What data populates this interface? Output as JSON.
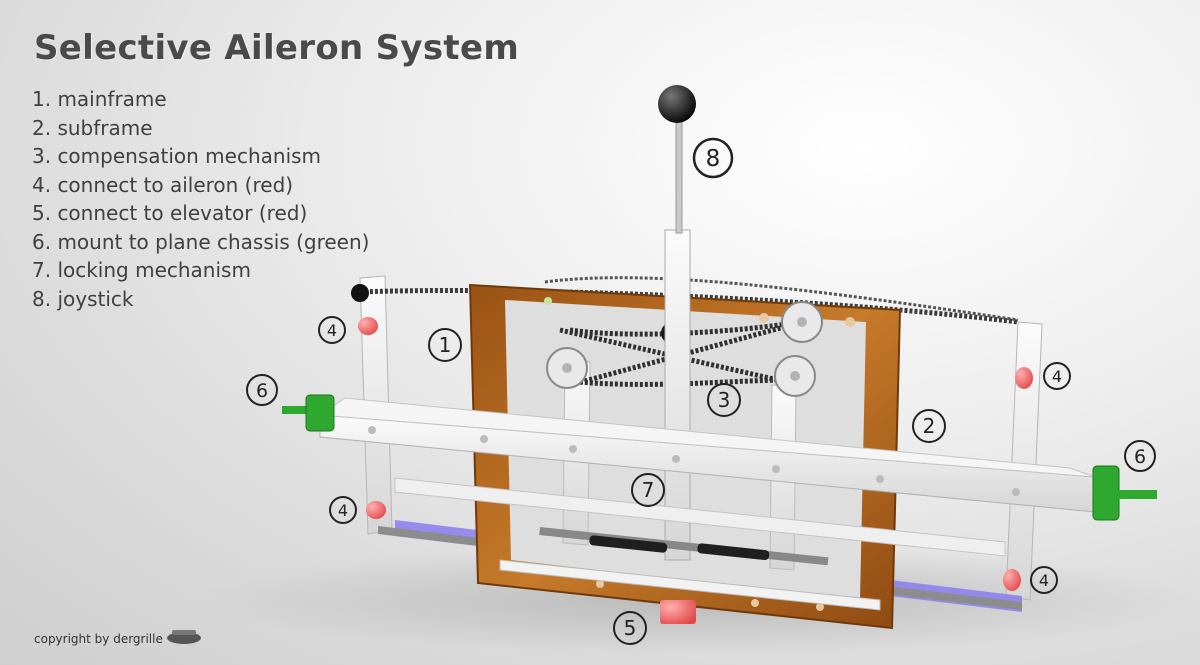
{
  "title": "Selective Aileron System",
  "legend": [
    "1. mainframe",
    "2. subframe",
    "3. compensation mechanism",
    "4. connect to aileron (red)",
    "5. connect to elevator (red)",
    "6. mount to plane chassis (green)",
    "7. locking mechanism",
    "8. joystick"
  ],
  "callouts": {
    "mainframe": "1",
    "subframe": "2",
    "compensation": "3",
    "aileron": "4",
    "elevator": "5",
    "mount": "6",
    "locking": "7",
    "joystick": "8"
  },
  "copyright": "copyright by dergrille",
  "colors": {
    "mainframe": "#b8691f",
    "subframe": "#f1f1f1",
    "aileron_connector": "#f06a6a",
    "elevator_connector": "#e85555",
    "mount": "#2fa82f",
    "chain": "#3a3a3a",
    "rail": "#8a7df0"
  }
}
